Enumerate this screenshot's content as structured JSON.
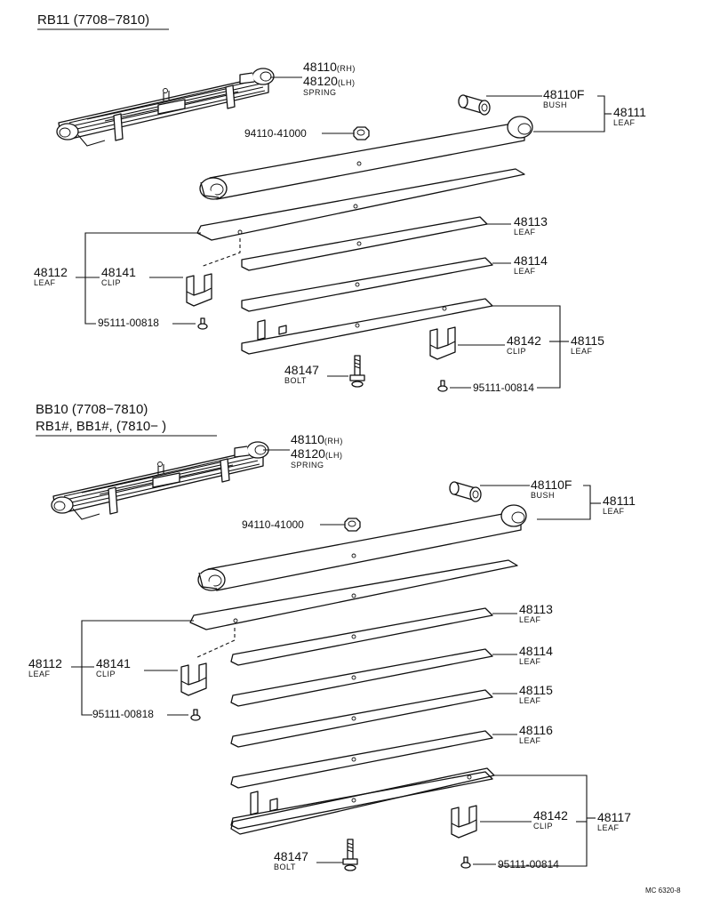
{
  "sections": [
    {
      "heading": "RB11 (7708−7810)",
      "heading2": "",
      "callouts": {
        "spring_rh": "48110",
        "spring_rh_suffix": "(RH)",
        "spring_lh": "48120",
        "spring_lh_suffix": "(LH)",
        "spring_name": "SPRING",
        "nut": "94110-41000",
        "bush": "48110F",
        "bush_name": "BUSH",
        "leaf_main": "48111",
        "leaf_main_name": "LEAF",
        "leaf2": "48112",
        "leaf2_name": "LEAF",
        "clip1": "48141",
        "clip1_name": "CLIP",
        "rivet1": "95111-00818",
        "leaf3": "48113",
        "leaf3_name": "LEAF",
        "leaf4": "48114",
        "leaf4_name": "LEAF",
        "clip2": "48142",
        "clip2_name": "CLIP",
        "leaf_last": "48115",
        "leaf_last_name": "LEAF",
        "bolt": "48147",
        "bolt_name": "BOLT",
        "rivet2": "95111-00814"
      }
    },
    {
      "heading": "BB10 (7708−7810)",
      "heading2": "RB1#, BB1#, (7810−          )",
      "callouts": {
        "spring_rh": "48110",
        "spring_rh_suffix": "(RH)",
        "spring_lh": "48120",
        "spring_lh_suffix": "(LH)",
        "spring_name": "SPRING",
        "nut": "94110-41000",
        "bush": "48110F",
        "bush_name": "BUSH",
        "leaf_main": "48111",
        "leaf_main_name": "LEAF",
        "leaf2": "48112",
        "leaf2_name": "LEAF",
        "clip1": "48141",
        "clip1_name": "CLIP",
        "rivet1": "95111-00818",
        "leaf3": "48113",
        "leaf3_name": "LEAF",
        "leaf4": "48114",
        "leaf4_name": "LEAF",
        "leaf5": "48115",
        "leaf5_name": "LEAF",
        "leaf6": "48116",
        "leaf6_name": "LEAF",
        "clip2": "48142",
        "clip2_name": "CLIP",
        "leaf_last": "48117",
        "leaf_last_name": "LEAF",
        "bolt": "48147",
        "bolt_name": "BOLT",
        "rivet2": "95111-00814"
      }
    }
  ],
  "footer_code": "MC 6320-8"
}
